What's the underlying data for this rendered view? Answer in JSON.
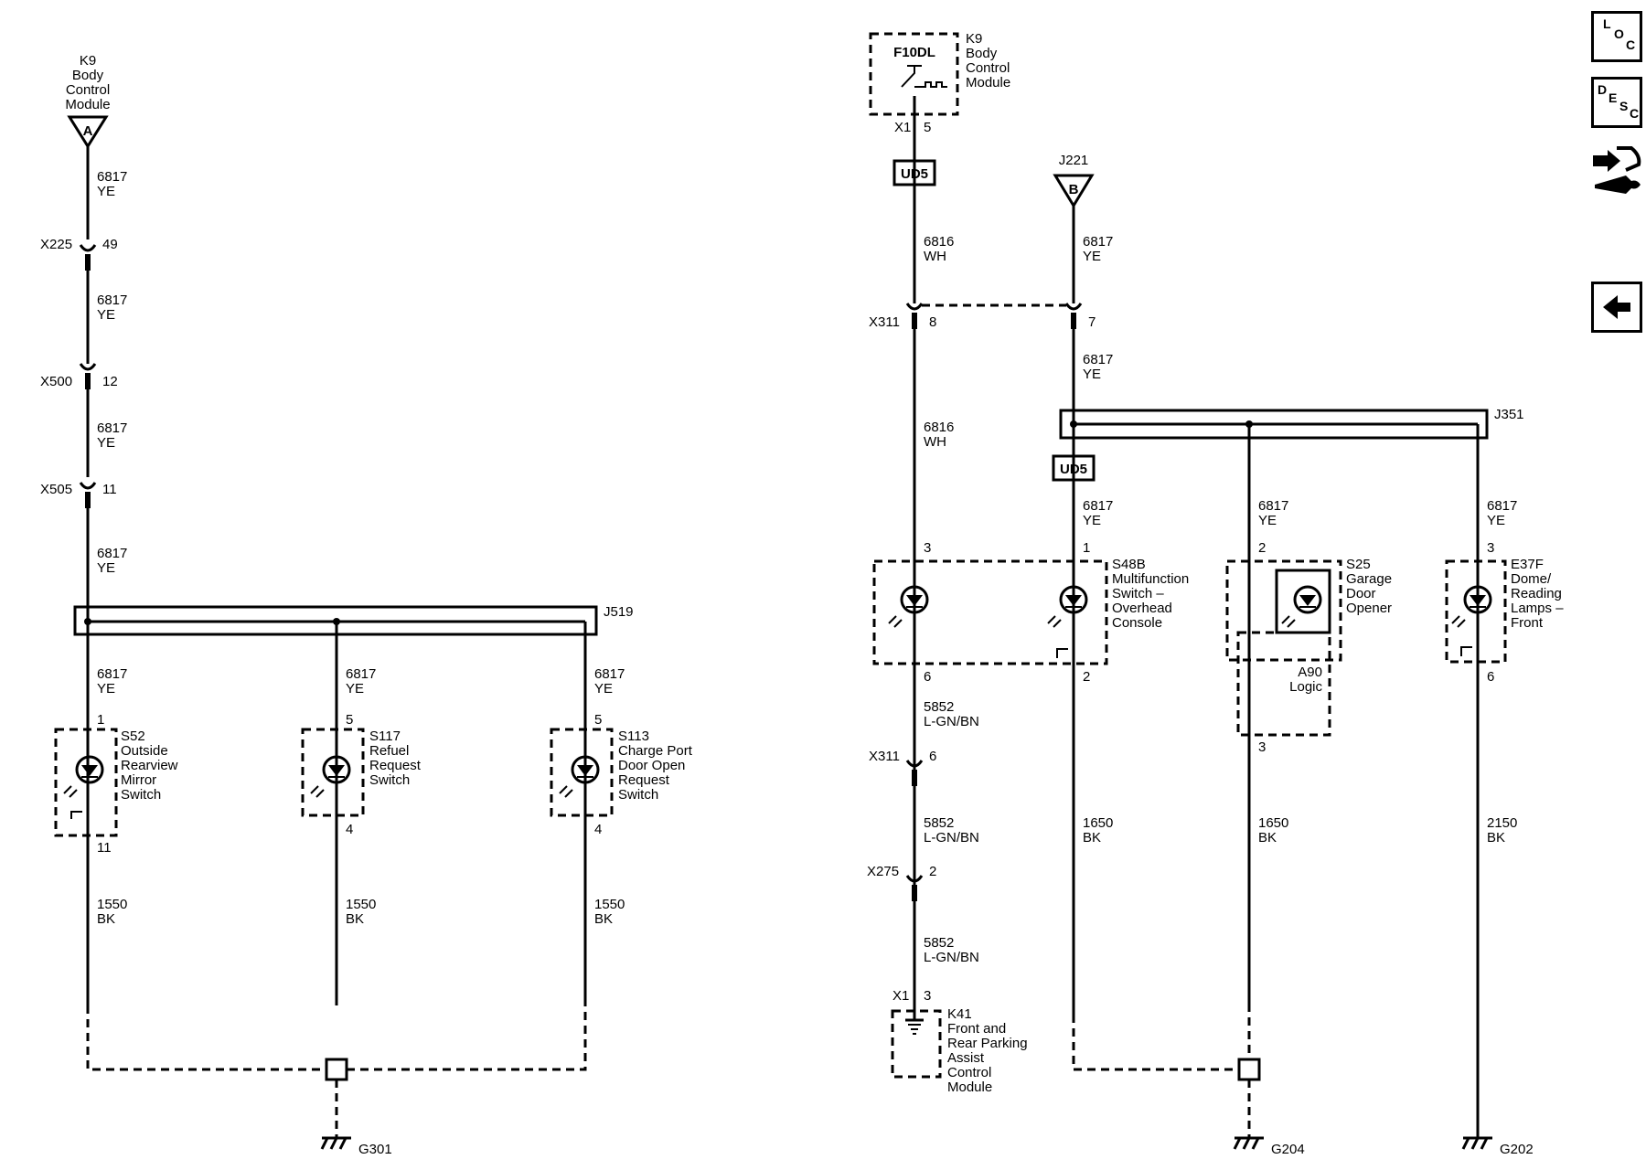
{
  "nav": {
    "loc": [
      "L",
      "O",
      "C"
    ],
    "desc": [
      "D",
      "E",
      "S",
      "C"
    ]
  },
  "left": {
    "k9": {
      "ref": "K9",
      "l1": "Body",
      "l2": "Control",
      "l3": "Module",
      "conn": "A"
    },
    "w1": {
      "ckt": "6817",
      "color": "YE"
    },
    "x225": {
      "name": "X225",
      "pin": "49"
    },
    "w2": {
      "ckt": "6817",
      "color": "YE"
    },
    "x500": {
      "name": "X500",
      "pin": "12"
    },
    "w3": {
      "ckt": "6817",
      "color": "YE"
    },
    "x505": {
      "name": "X505",
      "pin": "11"
    },
    "w4": {
      "ckt": "6817",
      "color": "YE"
    },
    "splice": "J519",
    "branches": [
      {
        "ckt": "6817",
        "color": "YE",
        "pin_in": "1",
        "pin_out": "11",
        "ref": "S52",
        "l1": "Outside",
        "l2": "Rearview",
        "l3": "Mirror",
        "l4": "Switch",
        "gckt": "1550",
        "gcolor": "BK"
      },
      {
        "ckt": "6817",
        "color": "YE",
        "pin_in": "5",
        "pin_out": "4",
        "ref": "S117",
        "l1": "Refuel",
        "l2": "Request",
        "l3": "Switch",
        "l4": "",
        "gckt": "1550",
        "gcolor": "BK"
      },
      {
        "ckt": "6817",
        "color": "YE",
        "pin_in": "5",
        "pin_out": "4",
        "ref": "S113",
        "l1": "Charge Port",
        "l2": "Door Open",
        "l3": "Request",
        "l4": "Switch",
        "gckt": "1550",
        "gcolor": "BK"
      }
    ],
    "ground": "G301"
  },
  "right": {
    "k9": {
      "driver": "F10DL",
      "ref": "K9",
      "l1": "Body",
      "l2": "Control",
      "l3": "Module",
      "conn": "X1",
      "pin": "5"
    },
    "ud5a": "UD5",
    "wh1": {
      "ckt": "6816",
      "color": "WH"
    },
    "j221": {
      "ref": "J221",
      "conn": "B"
    },
    "ye1": {
      "ckt": "6817",
      "color": "YE"
    },
    "x311a": {
      "name": "X311",
      "pin_a": "8",
      "pin_b": "7"
    },
    "wh2": {
      "ckt": "6816",
      "color": "WH"
    },
    "ye2": {
      "ckt": "6817",
      "color": "YE"
    },
    "splice": "J351",
    "ud5b": "UD5",
    "ye3": {
      "ckt": "6817",
      "color": "YE"
    },
    "ye4": {
      "ckt": "6817",
      "color": "YE"
    },
    "ye5": {
      "ckt": "6817",
      "color": "YE"
    },
    "s48b": {
      "ref": "S48B",
      "l1": "Multifunction",
      "l2": "Switch –",
      "l3": "Overhead",
      "l4": "Console",
      "pin3": "3",
      "pin1": "1",
      "pin6": "6",
      "pin2": "2"
    },
    "s25": {
      "ref": "S25",
      "l1": "Garage",
      "l2": "Door",
      "l3": "Opener",
      "pin2": "2",
      "pin3": "3",
      "logic_ref": "A90",
      "logic": "Logic"
    },
    "e37f": {
      "ref": "E37F",
      "l1": "Dome/",
      "l2": "Reading",
      "l3": "Lamps –",
      "l4": "Front",
      "pin3": "3",
      "pin6": "6"
    },
    "lg1": {
      "ckt": "5852",
      "color": "L-GN/BN"
    },
    "x311b": {
      "name": "X311",
      "pin": "6"
    },
    "lg2": {
      "ckt": "5852",
      "color": "L-GN/BN"
    },
    "x275": {
      "name": "X275",
      "pin": "2"
    },
    "lg3": {
      "ckt": "5852",
      "color": "L-GN/BN"
    },
    "k41": {
      "conn": "X1",
      "pin": "3",
      "ref": "K41",
      "l1": "Front and",
      "l2": "Rear Parking",
      "l3": "Assist",
      "l4": "Control",
      "l5": "Module"
    },
    "bk1": {
      "ckt": "1650",
      "color": "BK"
    },
    "bk2": {
      "ckt": "1650",
      "color": "BK"
    },
    "bk3": {
      "ckt": "2150",
      "color": "BK"
    },
    "g204": "G204",
    "g202": "G202"
  }
}
